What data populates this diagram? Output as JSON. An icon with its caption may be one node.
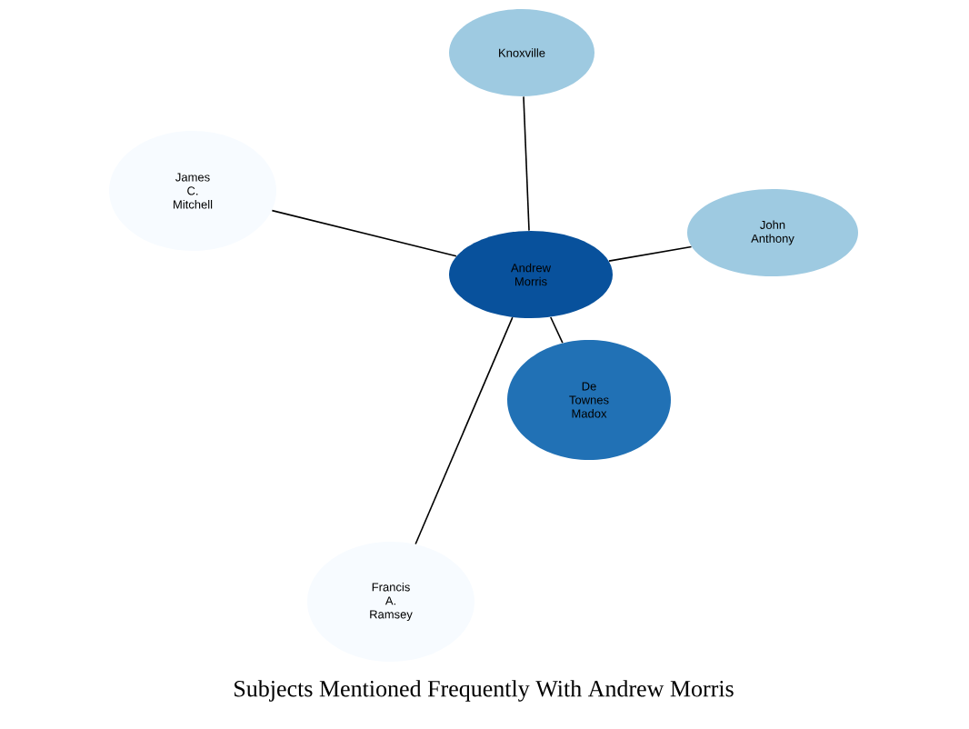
{
  "diagram": {
    "caption": "Subjects Mentioned Frequently With Andrew Morris",
    "nodes": [
      {
        "text": [
          "Knoxville"
        ]
      },
      {
        "text": [
          "James C. Mitchell"
        ]
      },
      {
        "text": [
          "Andrew Morris"
        ]
      },
      {
        "text": [
          "John Anthony"
        ]
      },
      {
        "text": [
          "De Townes Madox"
        ]
      },
      {
        "text": [
          "Francis A. Ramsey"
        ]
      }
    ],
    "edges": [
      {
        "from": 2,
        "to": 0,
        "arrow": "none"
      },
      {
        "from": 2,
        "to": 1,
        "arrow": "none"
      },
      {
        "from": 2,
        "to": 3,
        "arrow": "none"
      },
      {
        "from": 2,
        "to": 4,
        "arrow": "none"
      },
      {
        "from": 2,
        "to": 5,
        "arrow": "none"
      }
    ]
  }
}
